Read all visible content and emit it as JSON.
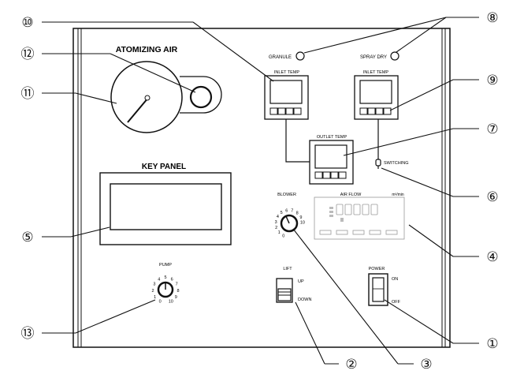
{
  "callouts": {
    "c1": "①",
    "c2": "②",
    "c3": "③",
    "c4": "④",
    "c5": "⑤",
    "c6": "⑥",
    "c7": "⑦",
    "c8": "⑧",
    "c9": "⑨",
    "c10": "⑩",
    "c11": "⑪",
    "c12": "⑫",
    "c13": "⑬"
  },
  "labels": {
    "atomizing_air": "ATOMIZING AIR",
    "key_panel": "KEY PANEL",
    "granule": "GRANULE",
    "spray_dry": "SPRAY DRY",
    "inlet_temp_left": "INLET TEMP",
    "inlet_temp_right": "INLET TEMP",
    "outlet_temp": "OUTLET TEMP",
    "switching": "SWITCHING",
    "blower": "BLOWER",
    "air_flow": "AIR FLOW",
    "air_flow_unit": "m³/min",
    "pump": "PUMP",
    "lift": "LIFT",
    "up": "UP",
    "down": "DOWN",
    "power": "POWER",
    "on": "ON",
    "off": "OFF"
  },
  "blower_dial_numbers": [
    "0",
    "1",
    "2",
    "3",
    "4",
    "5",
    "6",
    "7",
    "8",
    "9",
    "10"
  ],
  "pump_dial_numbers": [
    "0",
    "1",
    "2",
    "3",
    "4",
    "5",
    "6",
    "7",
    "8",
    "9",
    "10"
  ]
}
